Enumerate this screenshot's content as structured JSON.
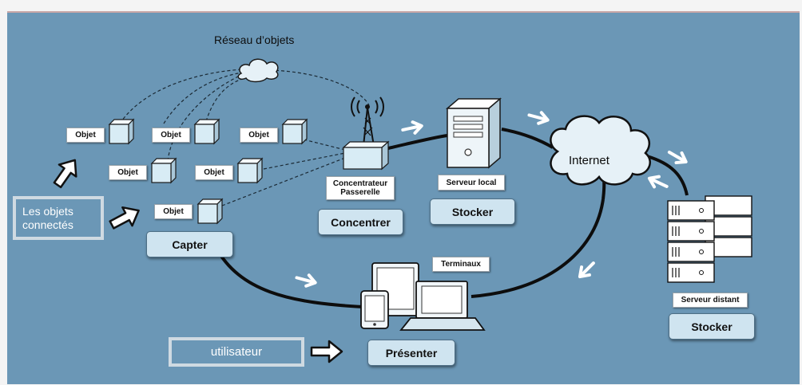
{
  "network": {
    "title": "Réseau d’objets"
  },
  "objects": {
    "label": "Objet"
  },
  "connected": {
    "line1": "Les objets",
    "line2": "connectés"
  },
  "hub": {
    "line1": "Concentrateur",
    "line2": "Passerelle"
  },
  "local_server": {
    "label": "Serveur local"
  },
  "internet": {
    "label": "Internet"
  },
  "remote_server": {
    "label": "Serveur distant"
  },
  "terminals": {
    "label": "Terminaux"
  },
  "user": {
    "label": "utilisateur"
  },
  "steps": {
    "capture": "Capter",
    "concentrate": "Concentrer",
    "store_local": "Stocker",
    "store_remote": "Stocker",
    "present": "Présenter"
  },
  "colors": {
    "background": "#6b97b6",
    "cube_front": "#d8ecf5",
    "pill": "#cfe4f0",
    "arrow_white": "#ffffff"
  }
}
